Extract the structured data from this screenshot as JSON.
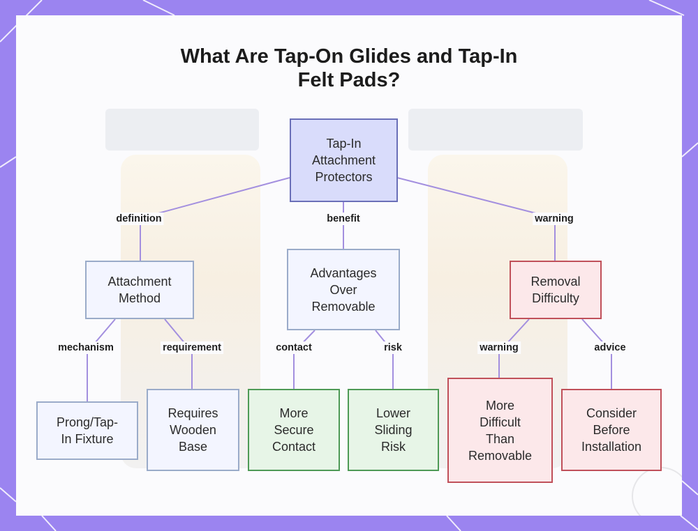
{
  "title": "What Are Tap-On Glides and Tap-In\nFelt Pads?",
  "colors": {
    "frame": "#9b84f0",
    "root_fill": "#d9dcfb",
    "root_border": "#6a6fb8",
    "blue_fill": "#f3f5ff",
    "blue_border": "#9aabc9",
    "green_fill": "#e7f5e7",
    "green_border": "#4e9a56",
    "red_fill": "#fce8ea",
    "red_border": "#c0505a",
    "connector": "#a38fdf"
  },
  "nodes": {
    "root": "Tap-In\nAttachment\nProtectors",
    "attachment_method": "Attachment\nMethod",
    "advantages": "Advantages\nOver\nRemovable",
    "removal_difficulty": "Removal\nDifficulty",
    "prong_fixture": "Prong/Tap-\nIn Fixture",
    "wooden_base": "Requires\nWooden\nBase",
    "secure_contact": "More\nSecure\nContact",
    "lower_risk": "Lower\nSliding\nRisk",
    "more_difficult": "More\nDifficult\nThan\nRemovable",
    "consider": "Consider\nBefore\nInstallation"
  },
  "edge_labels": {
    "definition": "definition",
    "benefit": "benefit",
    "warning_top": "warning",
    "mechanism": "mechanism",
    "requirement": "requirement",
    "contact": "contact",
    "risk": "risk",
    "warning_bottom": "warning",
    "advice": "advice"
  }
}
